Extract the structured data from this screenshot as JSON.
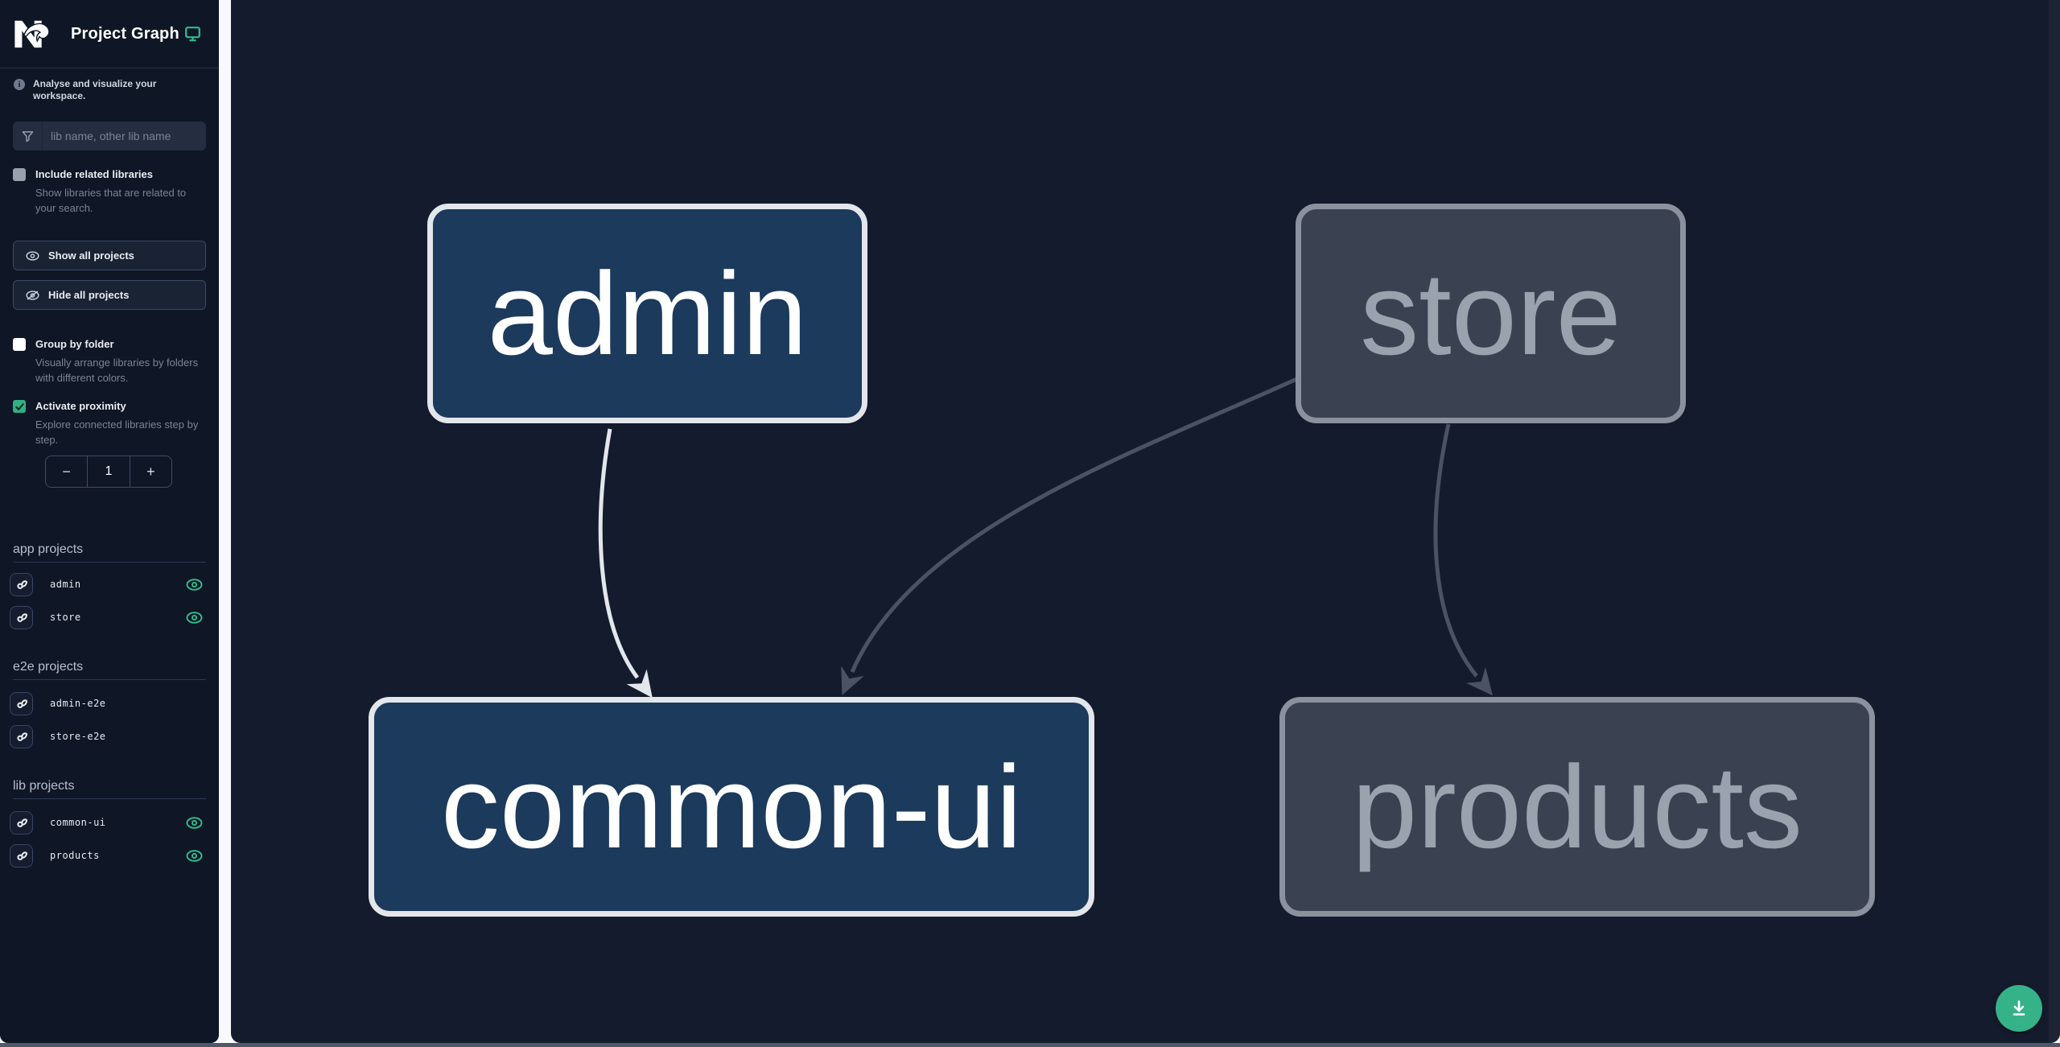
{
  "header": {
    "title": "Project Graph"
  },
  "banner": {
    "text": "Analyse and visualize your workspace."
  },
  "search": {
    "placeholder": "lib name, other lib name",
    "value": ""
  },
  "options": {
    "include_related": {
      "label": "Include related libraries",
      "description": "Show libraries that are related to your search.",
      "checked": false
    },
    "show_all_label": "Show all projects",
    "hide_all_label": "Hide all projects",
    "group_by_folder": {
      "label": "Group by folder",
      "description": "Visually arrange libraries by folders with different colors.",
      "checked": false
    },
    "proximity": {
      "label": "Activate proximity",
      "description": "Explore connected libraries step by step.",
      "checked": true,
      "decrement": "−",
      "value": "1",
      "increment": "+"
    }
  },
  "sections": [
    {
      "title": "app projects",
      "items": [
        {
          "name": "admin",
          "eye_visible": true
        },
        {
          "name": "store",
          "eye_visible": true
        }
      ]
    },
    {
      "title": "e2e projects",
      "items": [
        {
          "name": "admin-e2e",
          "eye_visible": false
        },
        {
          "name": "store-e2e",
          "eye_visible": false
        }
      ]
    },
    {
      "title": "lib projects",
      "items": [
        {
          "name": "common-ui",
          "eye_visible": true
        },
        {
          "name": "products",
          "eye_visible": true
        }
      ]
    }
  ],
  "graph": {
    "nodes": [
      {
        "id": "admin",
        "label": "admin",
        "focused": true
      },
      {
        "id": "store",
        "label": "store",
        "focused": false
      },
      {
        "id": "common-ui",
        "label": "common-ui",
        "focused": true
      },
      {
        "id": "products",
        "label": "products",
        "focused": false
      }
    ],
    "edges": [
      {
        "from": "admin",
        "to": "common-ui",
        "highlighted": true
      },
      {
        "from": "store",
        "to": "common-ui",
        "highlighted": false
      },
      {
        "from": "store",
        "to": "products",
        "highlighted": false
      }
    ]
  },
  "colors": {
    "accent_green": "#2fbf8e",
    "checkbox_green": "#2fb183",
    "download_green": "#35b287",
    "focused_node_fill": "#1b3a5c",
    "focused_node_border": "#e3e6ea",
    "dim_node_fill": "#3a4252",
    "dim_node_border": "#8b919d",
    "edge_light": "#e3e6ea",
    "edge_dim": "#4a5263",
    "sidebar_bg": "#0f1626",
    "canvas_bg": "#141b2c"
  }
}
